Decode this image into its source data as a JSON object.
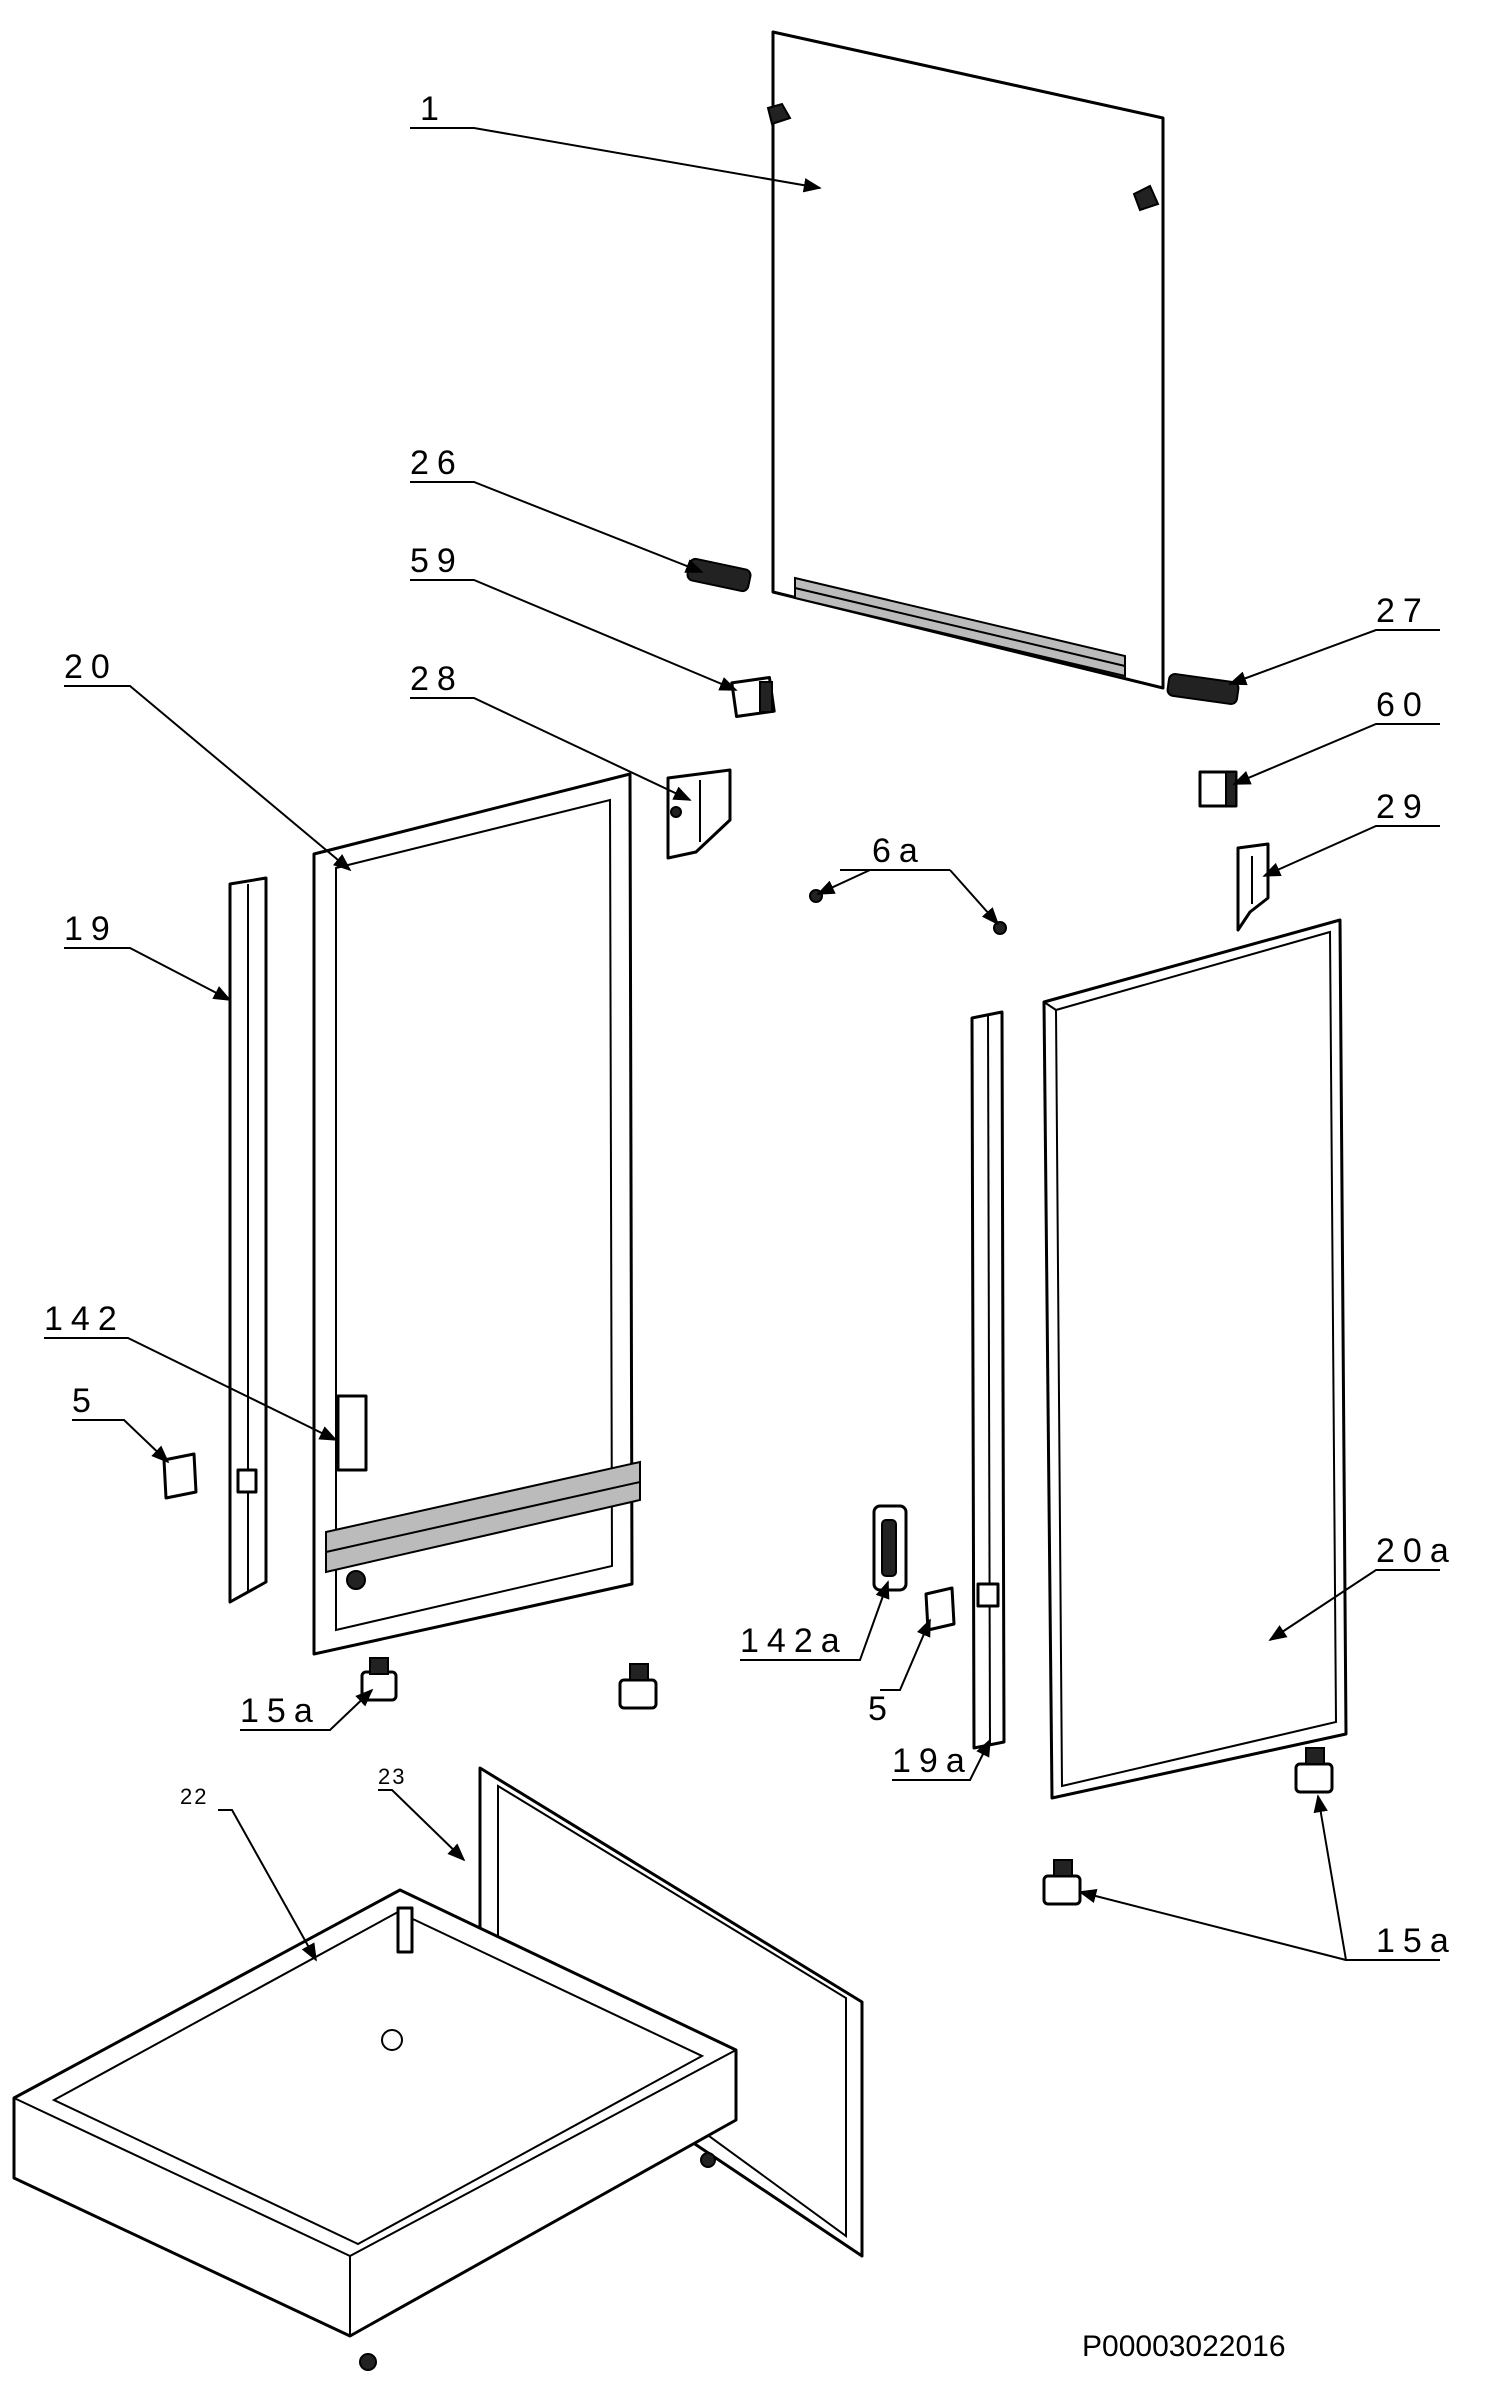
{
  "diagram": {
    "reference_code": "P00003022016",
    "callouts": {
      "c1": "1",
      "c26": "26",
      "c59": "59",
      "c20": "20",
      "c28": "28",
      "c27": "27",
      "c60": "60",
      "c6a": "6a",
      "c29": "29",
      "c19": "19",
      "c142": "142",
      "c5_left": "5",
      "c20a": "20a",
      "c142a": "142a",
      "c5_right": "5",
      "c15a_left": "15a",
      "c19a": "19a",
      "c22": "22",
      "c23": "23",
      "c15a_right": "15a"
    }
  }
}
